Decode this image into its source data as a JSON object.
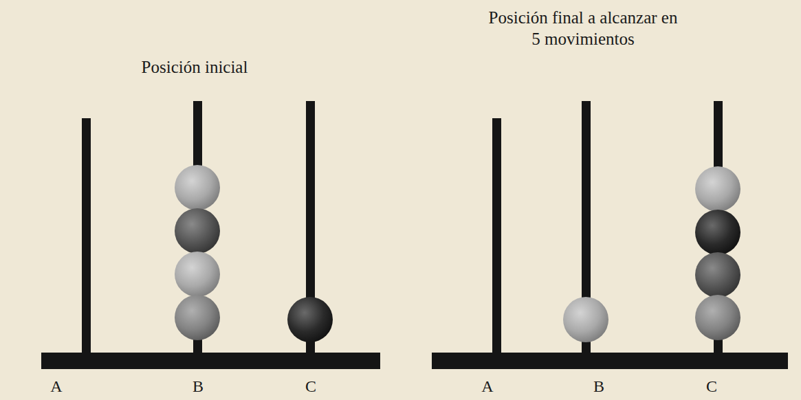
{
  "diagram": {
    "labels": [
      "Posición inicial",
      "Posición final a alcanzar en 5 movimientos",
      "A",
      "B",
      "C",
      "A",
      "B",
      "C"
    ]
  }
}
